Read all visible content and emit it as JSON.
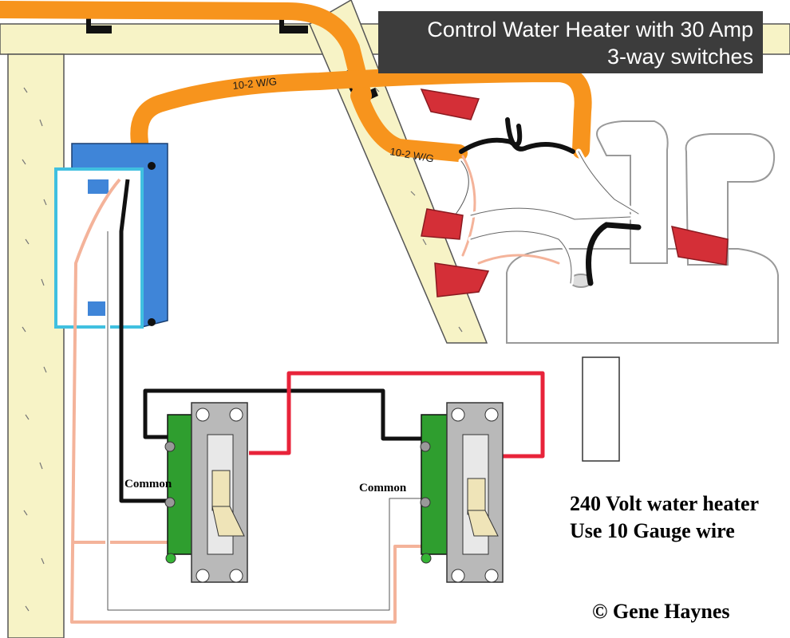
{
  "title": {
    "line1": "Control Water Heater with 30 Amp",
    "line2": "3-way switches"
  },
  "cable_labels": [
    "10-2 W/G",
    "10-2 W/G"
  ],
  "common_labels": [
    "Common",
    "Common"
  ],
  "note": {
    "line1": "240 Volt water heater",
    "line2": "Use 10 Gauge wire"
  },
  "credit": "© Gene Haynes",
  "colors": {
    "cable": "#f7941d",
    "wood": "#f7f3c6",
    "box": "#3f85d8",
    "hot_black": "#111111",
    "traveler_red": "#e8233a",
    "ground_copper": "#f4b39a",
    "neutral_white": "#ffffff",
    "switch_body": "#2f9e2f",
    "wire_nut": "#d42f37",
    "title_bg": "#3c3c3c"
  }
}
